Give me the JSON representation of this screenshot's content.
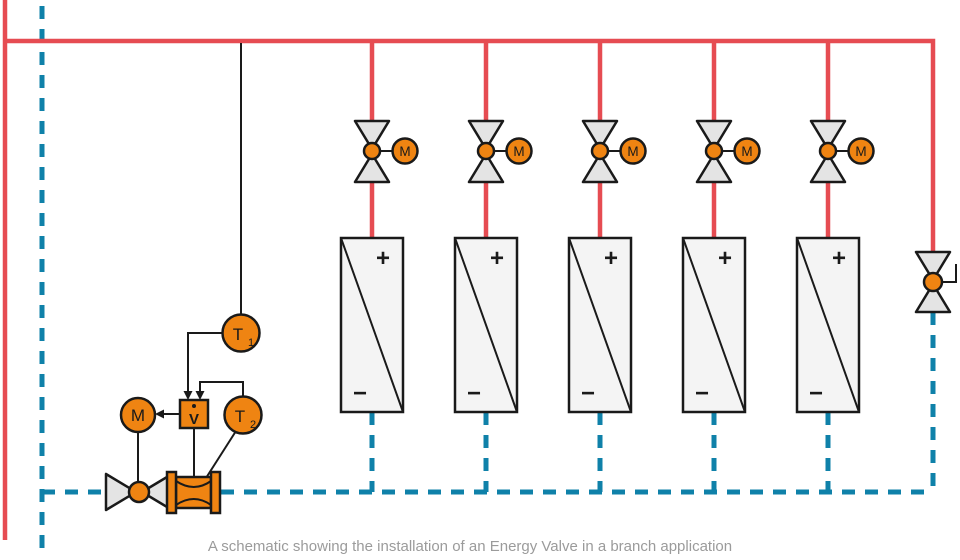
{
  "caption": "A schematic showing the installation of an Energy Valve in a branch application",
  "labels": {
    "actuator": "M",
    "temp_sensor": "T",
    "temp1_sub": "1",
    "temp2_sub": "2",
    "flow_computer": "V",
    "coil_plus": "+",
    "coil_minus": "−"
  },
  "branches": {
    "count": 5,
    "each_has": [
      "control-valve",
      "actuator-M",
      "heating-coil"
    ]
  },
  "colors": {
    "supply_line": "#e64c52",
    "return_line": "#0f81a9",
    "device_orange": "#ef8412",
    "outline_black": "#1a1a1a",
    "valve_gray": "#e4e4e4",
    "coil_gray": "#f4f4f4",
    "caption_gray": "#9b9b9b"
  }
}
